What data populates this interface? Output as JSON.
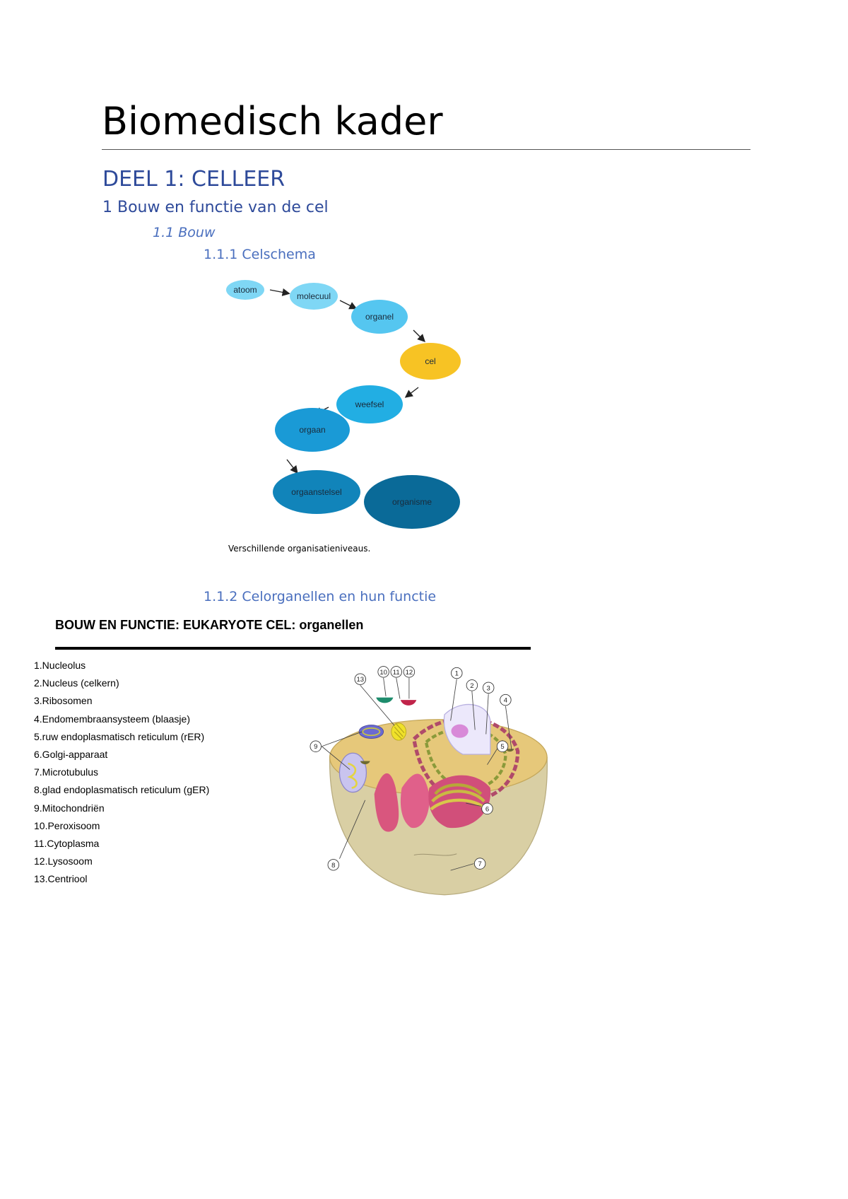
{
  "document": {
    "title": "Biomedisch kader",
    "part_heading": "DEEL 1: CELLEER",
    "section_1": "1 Bouw en functie van de cel",
    "section_1_1": "1.1 Bouw",
    "section_1_1_1": "1.1.1 Celschema",
    "section_1_1_2": "1.1.2 Celorganellen en hun functie"
  },
  "schema": {
    "caption": "Verschillende organisatieniveaus.",
    "nodes": [
      {
        "label": "atoom",
        "color": "#7fd7f5"
      },
      {
        "label": "molecuul",
        "color": "#7fd7f5"
      },
      {
        "label": "organel",
        "color": "#55c6f0"
      },
      {
        "label": "cel",
        "color": "#f7c324"
      },
      {
        "label": "weefsel",
        "color": "#22aee3"
      },
      {
        "label": "orgaan",
        "color": "#1a9ad6"
      },
      {
        "label": "orgaanstelsel",
        "color": "#1184ba"
      },
      {
        "label": "organisme",
        "color": "#0a6a98"
      }
    ]
  },
  "organelles": {
    "title": "BOUW EN FUNCTIE: EUKARYOTE CEL: organellen",
    "items": [
      "1.Nucleolus",
      "2.Nucleus (celkern)",
      "3.Ribosomen",
      "4.Endomembraansysteem (blaasje)",
      "5.ruw endoplasmatisch reticulum (rER)",
      "6.Golgi-apparaat",
      "7.Microtubulus",
      "8.glad endoplasmatisch reticulum (gER)",
      "9.Mitochondriën",
      "10.Peroxisoom",
      "11.Cytoplasma",
      "12.Lysosoom",
      "13.Centriool"
    ]
  },
  "cell_labels": [
    "1",
    "2",
    "3",
    "4",
    "5",
    "6",
    "7",
    "8",
    "9",
    "10",
    "11",
    "12",
    "13"
  ]
}
